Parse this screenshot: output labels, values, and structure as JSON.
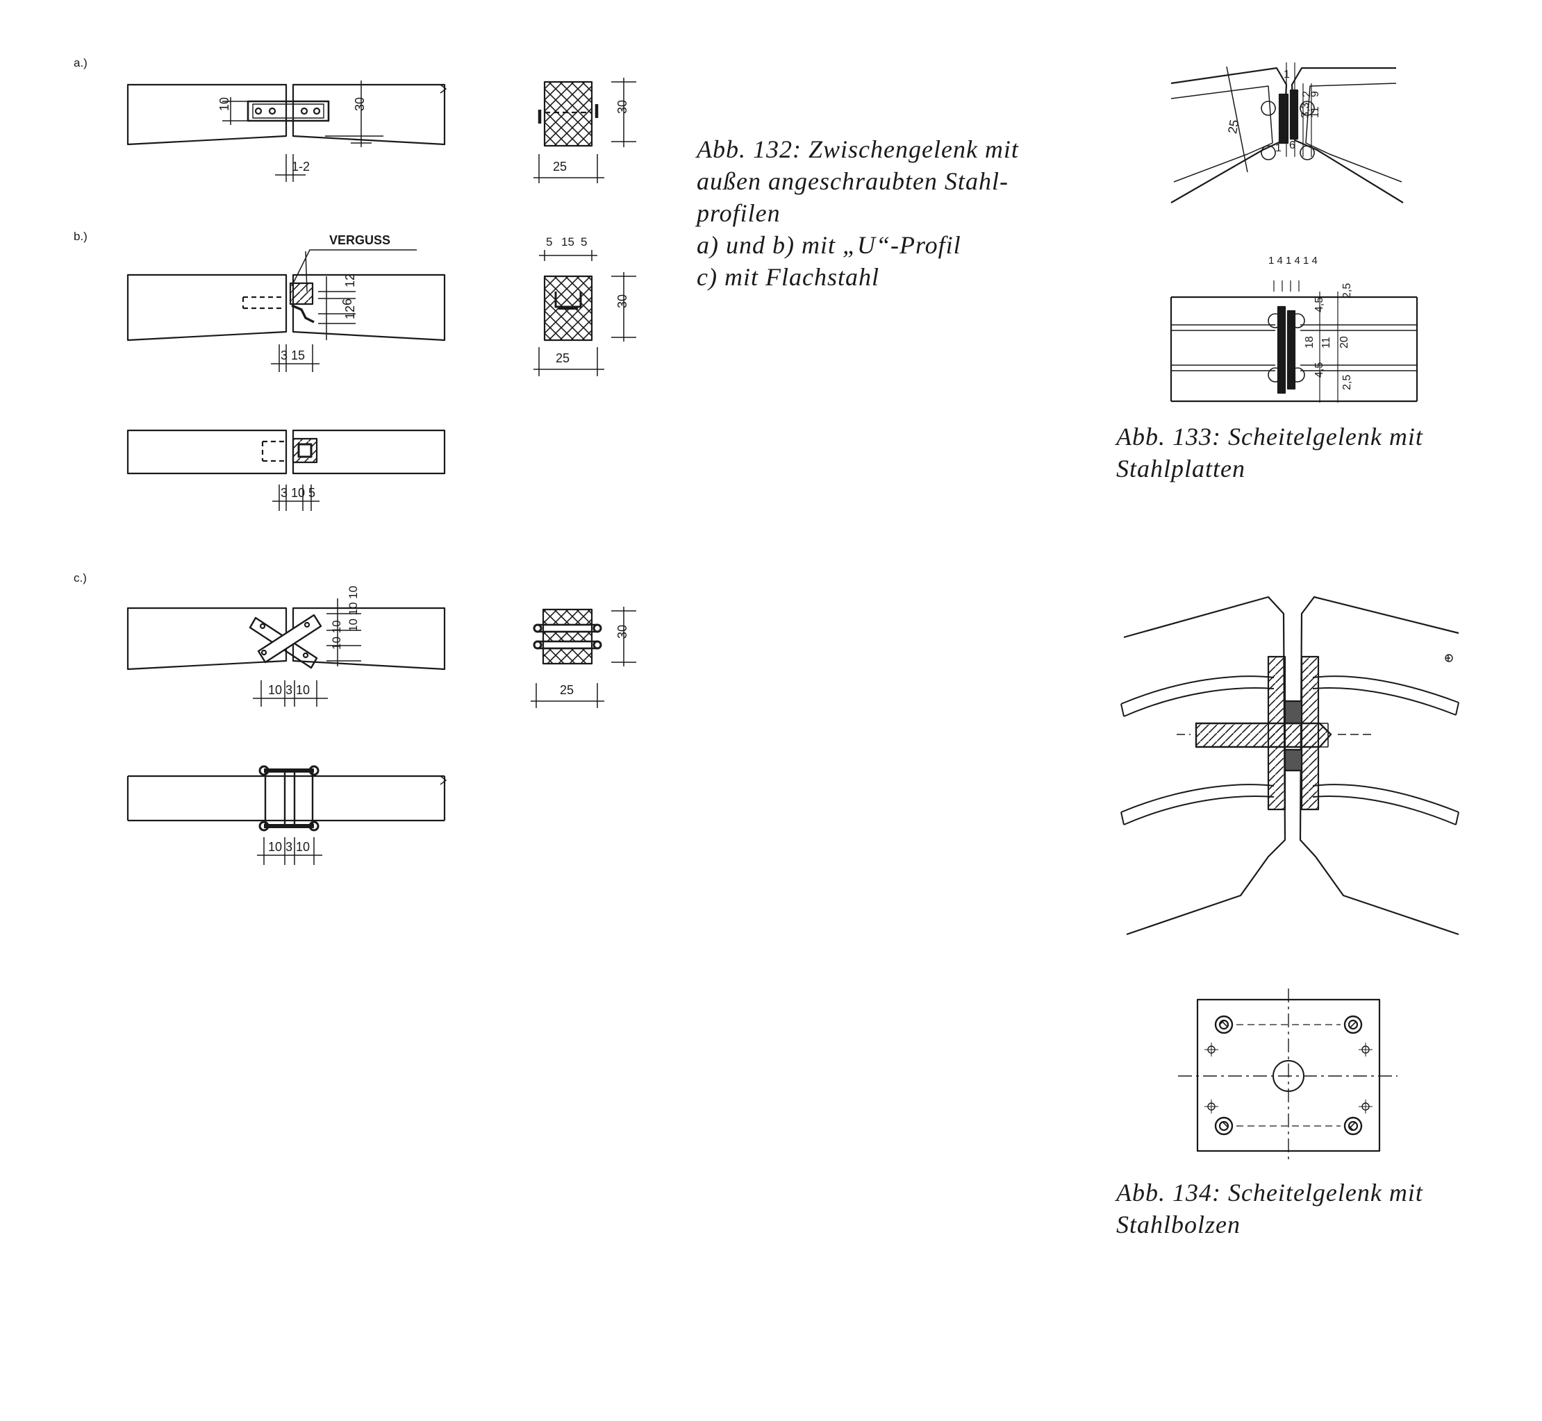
{
  "captions": {
    "abb132": {
      "line1": "Abb. 132: Zwischengelenk mit",
      "line2": "außen angeschraubten Stahl-",
      "line3": "profilen",
      "line4": "a) und b) mit „U“-Profil",
      "line5": "c) mit Flachstahl"
    },
    "abb133": {
      "line1": "Abb. 133: Scheitelgelenk mit",
      "line2": "Stahlplatten"
    },
    "abb134": {
      "line1": "Abb. 134: Scheitelgelenk mit",
      "line2": "Stahlbolzen"
    }
  },
  "section_labels": {
    "a": "a.)",
    "b": "b.)",
    "c": "c.)"
  },
  "callouts": {
    "verguss": "VERGUSS"
  },
  "dimensions": {
    "a_side": {
      "bracket_height": "10",
      "beam_height": "30",
      "gap": "1-2"
    },
    "a_section": {
      "height": "30",
      "width": "25"
    },
    "b_side": {
      "upper": "12",
      "middle": "6",
      "lower": "12",
      "horizontal": "3 15"
    },
    "b_section": {
      "top_a": "5",
      "top_b": "15",
      "top_c": "5",
      "height": "30",
      "width": "25"
    },
    "b_plan": {
      "horizontal": "3 10 5"
    },
    "c_side": {
      "vertical": "10 10 10",
      "vertical_lower": "10 10",
      "horizontal": "10 3 10"
    },
    "c_section": {
      "height": "30",
      "width": "25"
    },
    "c_plan": {
      "horizontal": "10 3 10"
    },
    "f133_top": {
      "a": "25",
      "b": "1",
      "c": "9",
      "d": "11",
      "e": "3,3",
      "f": "6",
      "g": "2",
      "h": "1"
    },
    "f133_bottom": {
      "top": "1 4 1 4 1 4",
      "r1": "2,5",
      "r2": "4,5",
      "r3": "18",
      "r4": "11",
      "r5": "20",
      "r6": "4,5",
      "r7": "2,5"
    }
  },
  "colors": {
    "ink": "#1a1a1a",
    "paper": "#ffffff"
  }
}
